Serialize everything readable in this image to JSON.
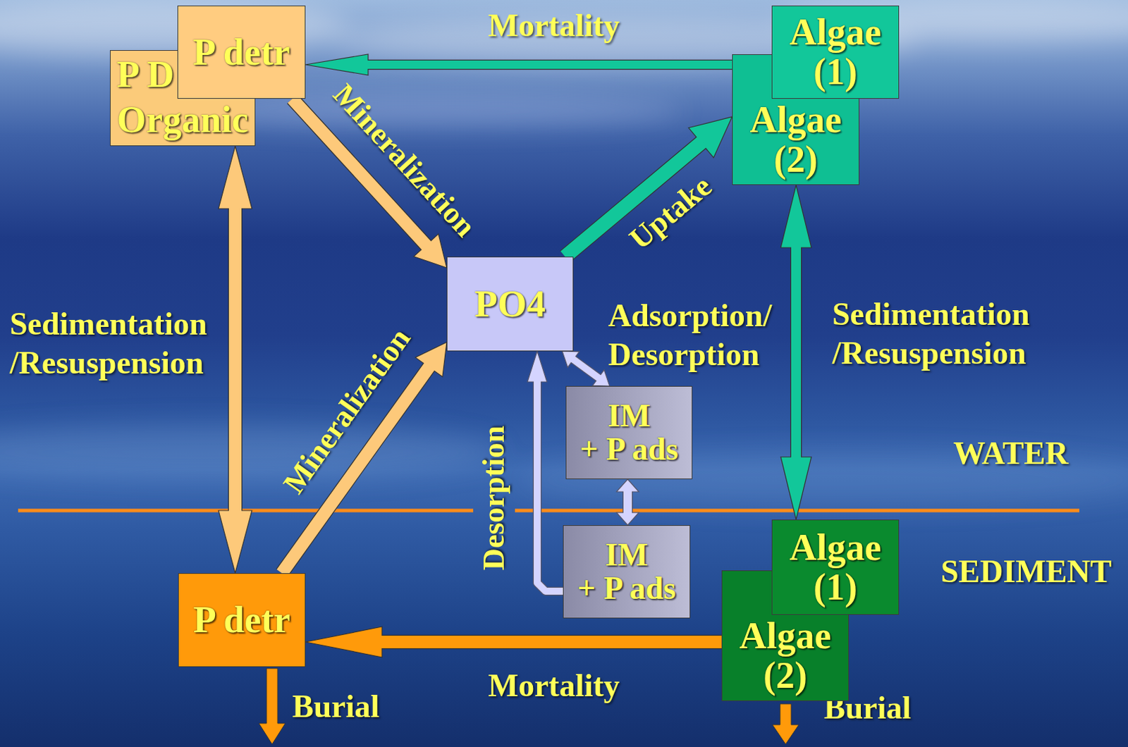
{
  "diagram": {
    "nodes": [
      {
        "text": [
          "P D Organic"
        ]
      },
      {
        "text": [
          "P detr"
        ]
      },
      {
        "text": [
          "Algae (1)"
        ]
      },
      {
        "text": [
          "Algae (2)"
        ]
      },
      {
        "text": [
          "PO4"
        ]
      },
      {
        "text": [
          "IM",
          "+ P ads"
        ]
      },
      {
        "text": [
          "IM",
          "+ P ads"
        ]
      },
      {
        "text": [
          "Algae (1)"
        ]
      },
      {
        "text": [
          "Algae (2)"
        ]
      },
      {
        "text": [
          "P detr"
        ]
      }
    ],
    "edges": [
      {
        "from": 3,
        "to": 1,
        "arrow": "to",
        "label": "Mortality"
      },
      {
        "from": 1,
        "to": 4,
        "arrow": "to",
        "label": "Mineralization"
      },
      {
        "from": 4,
        "to": 3,
        "arrow": "to",
        "label": "Uptake"
      },
      {
        "from": 0,
        "to": 9,
        "arrow": "both",
        "label": "Sedimentation /Resuspension"
      },
      {
        "from": 3,
        "to": 7,
        "arrow": "both",
        "label": "Sedimentation /Resuspension"
      },
      {
        "from": 9,
        "to": 4,
        "arrow": "to",
        "label": "Mineralization"
      },
      {
        "from": 4,
        "to": 5,
        "arrow": "both",
        "label": "Adsorption/ Desorption"
      },
      {
        "from": 5,
        "to": 6,
        "arrow": "both"
      },
      {
        "from": 6,
        "to": 4,
        "arrow": "to",
        "label": "Desorption"
      },
      {
        "from": 8,
        "to": 9,
        "arrow": "to",
        "label": "Mortality"
      }
    ],
    "labels": [
      "WATER",
      "SEDIMENT",
      "Burial",
      "Burial"
    ]
  }
}
